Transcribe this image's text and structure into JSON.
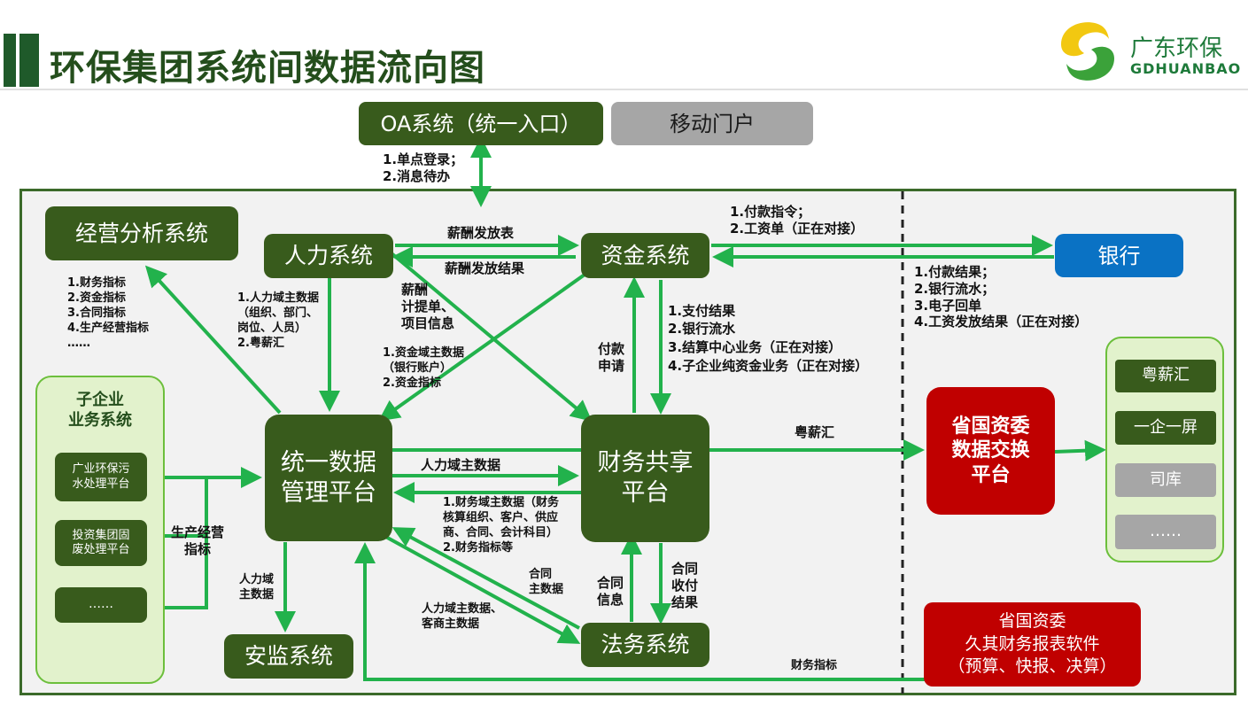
{
  "title": "环保集团系统间数据流向图",
  "logo": {
    "name": "广东环保",
    "en": "GDHUANBAO"
  },
  "colors": {
    "dark_green": "#385b1c",
    "arrow_green": "#22b24c",
    "red": "#c00000",
    "blue": "#0a72c4",
    "gray": "#a6a6a6",
    "light_green": "#e2f2cc"
  },
  "nodes": {
    "oa": "OA系统（统一入口）",
    "mobile": "移动门户",
    "analysis": "经营分析系统",
    "hr": "人力系统",
    "fund": "资金系统",
    "bank": "银行",
    "udm_line1": "统一数据",
    "udm_line2": "管理平台",
    "fss_line1": "财务共享",
    "fss_line2": "平台",
    "safety": "安监系统",
    "legal": "法务系统",
    "sasac_line1": "省国资委",
    "sasac_line2": "数据交换",
    "sasac_line3": "平台",
    "report_line1": "省国资委",
    "report_line2": "久其财务报表软件",
    "report_line3": "（预算、快报、决算）"
  },
  "subsidiary": {
    "title_line1": "子企业",
    "title_line2": "业务系统",
    "items": [
      "广业环保污\n水处理平台",
      "投资集团固\n废处理平台",
      "……"
    ]
  },
  "targets": [
    "粤薪汇",
    "一企一屏",
    "司库",
    "……"
  ],
  "labels": {
    "oa_link": "1.单点登录；\n2.消息待办",
    "salary_table": "薪酬发放表",
    "salary_result": "薪酬发放结果",
    "fund_bank": "1.付款指令；\n2.工资单（正在对接）",
    "bank_fund": "1.付款结果；\n2.银行流水；\n3.电子回单\n4.工资发放结果（正在对接）",
    "analysis_metrics": "1.财务指标\n2.资金指标\n3.合同指标\n4.生产经营指标\n……",
    "hr_master": "1.人力域主数据\n（组织、部门、\n岗位、人员）\n2.粤薪汇",
    "salary_accrual": "薪酬\n计提单、\n项目信息",
    "fund_master": "1.资金域主数据\n（银行账户）\n2.资金指标",
    "payment_request": "付款\n申请",
    "fss_fund_1": "1.支付结果",
    "fss_fund_2": "2.银行流水",
    "fss_fund_3": "3.结算中心业务（正在对接）",
    "fss_fund_4": "4.子企业纯资金业务（正在对接）",
    "yuexinhui": "粤薪汇",
    "hr_domain_master": "人力域主数据",
    "fin_master": "1.财务域主数据（财务\n核算组织、客户、供应\n商、合同、会计科目）\n2.财务指标等",
    "production_metrics": "生产经营\n指标",
    "hr_domain_short": "人力域\n主数据",
    "contract_master": "合同\n主数据",
    "hr_customer_master": "人力域主数据、\n客商主数据",
    "contract_info": "合同\n信息",
    "contract_payment": "合同\n收付\n结果",
    "fin_indicator": "财务指标"
  }
}
